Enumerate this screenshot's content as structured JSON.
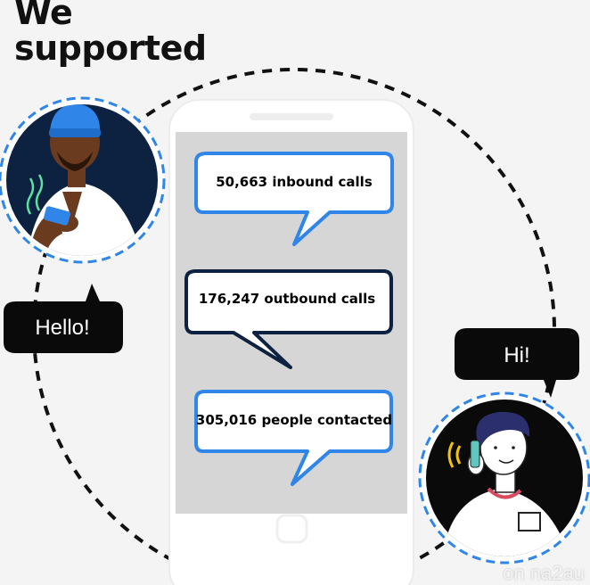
{
  "heading": {
    "line1": "We",
    "line2": "supported"
  },
  "stats": [
    {
      "label": "50,663 inbound calls",
      "border_color": "#2f86e8"
    },
    {
      "label": "176,247 outbound calls",
      "border_color": "#0d2240"
    },
    {
      "label": "305,016 people contacted",
      "border_color": "#2f86e8"
    }
  ],
  "speech": {
    "left": "Hello!",
    "right": "Hi!"
  },
  "watermark": "on na2au",
  "colors": {
    "accent_blue": "#2f86e8",
    "navy": "#0d2240",
    "phone_screen": "#d6d6d6",
    "phone_body": "#ffffff"
  }
}
